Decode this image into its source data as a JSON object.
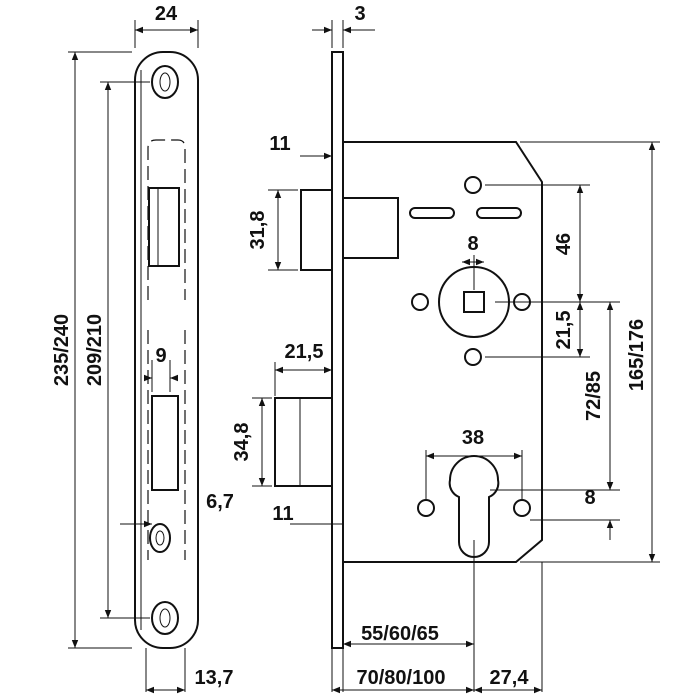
{
  "labels": {
    "faceplate_width": "24",
    "faceplate_thickness": "3",
    "total_height": "235/240",
    "screw_spacing": "209/210",
    "latch_offset": "11",
    "latch_height": "31,8",
    "follower_square": "8",
    "spindle_to_top_hole": "46",
    "spindle_to_hole_gap": "21,5",
    "case_height": "165/176",
    "backset_to_cylinder": "72/85",
    "deadbolt_throw": "21,5",
    "deadbolt_height": "34,8",
    "cylinder_screw_spacing": "38",
    "cylinder_hole_offset": "8",
    "slot_width": "9",
    "faceplate_screw_offset": "6,7",
    "deadbolt_offset": "11",
    "backset": "55/60/65",
    "case_depth": "70/80/100",
    "faceplate_edge_offset": "13,7",
    "cylinder_to_back": "27,4"
  },
  "colors": {
    "line": "#111111",
    "background": "#ffffff"
  }
}
